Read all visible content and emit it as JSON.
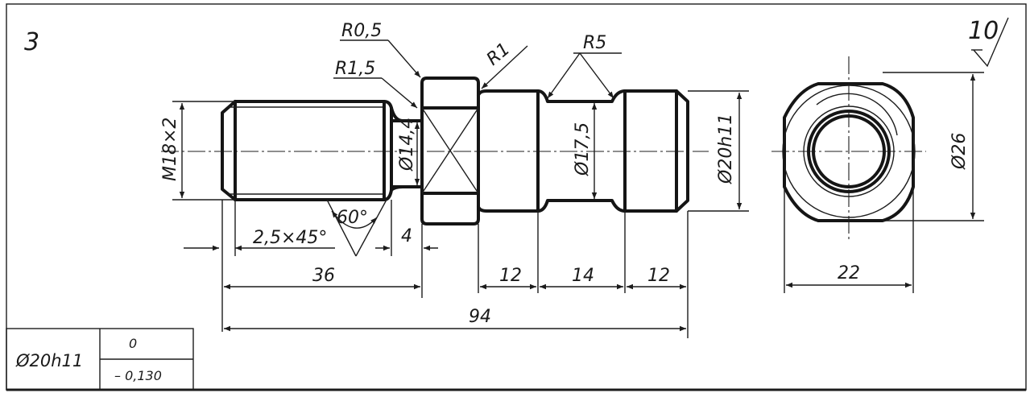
{
  "sheet": {
    "number": "3"
  },
  "roughness": {
    "value": "10"
  },
  "labels": {
    "r_05": "R0,5",
    "r_15": "R1,5",
    "r_1": "R1",
    "r_5": "R5",
    "thread": "M18×2",
    "dia_144": "Ø14,4",
    "dia_175": "Ø17,5",
    "dia_20h11": "Ø20h11",
    "dia_26": "Ø26",
    "chamfer": "2,5×45°",
    "angle_60": "60°",
    "len_4": "4",
    "len_36": "36",
    "len_12a": "12",
    "len_14": "14",
    "len_12b": "12",
    "len_94": "94",
    "width_22": "22"
  },
  "tolerance_table": {
    "designation": "Ø20h11",
    "upper_deviation": "0",
    "lower_deviation": "– 0,130"
  }
}
